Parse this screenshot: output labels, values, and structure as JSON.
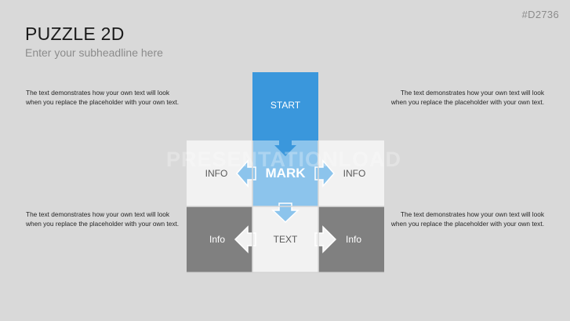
{
  "slide_id": "#D2736",
  "title": "PUZZLE 2D",
  "subtitle": "Enter your subheadline here",
  "texts": {
    "top_left": "The text demonstrates how your own text will look when you replace the placeholder with your own text.",
    "top_right": "The text demonstrates how your own text will look when you replace the placeholder with your own text.",
    "bottom_left": "The text demonstrates how your own text will look when you replace the placeholder with your own text.",
    "bottom_right": "The text demonstrates how your own text will look when you replace the placeholder with your own text."
  },
  "watermark": "PRESENTATIONLOAD",
  "pieces": {
    "start": "START",
    "mark": "MARK",
    "info_left": "INFO",
    "info_right": "INFO",
    "text": "TEXT",
    "info_bottom_left": "Info",
    "info_bottom_right": "Info"
  },
  "colors": {
    "start": "#3a97dc",
    "mark": "#8cc4ec",
    "light": "#f2f2f2",
    "dark": "#808080",
    "background": "#d9d9d9"
  }
}
